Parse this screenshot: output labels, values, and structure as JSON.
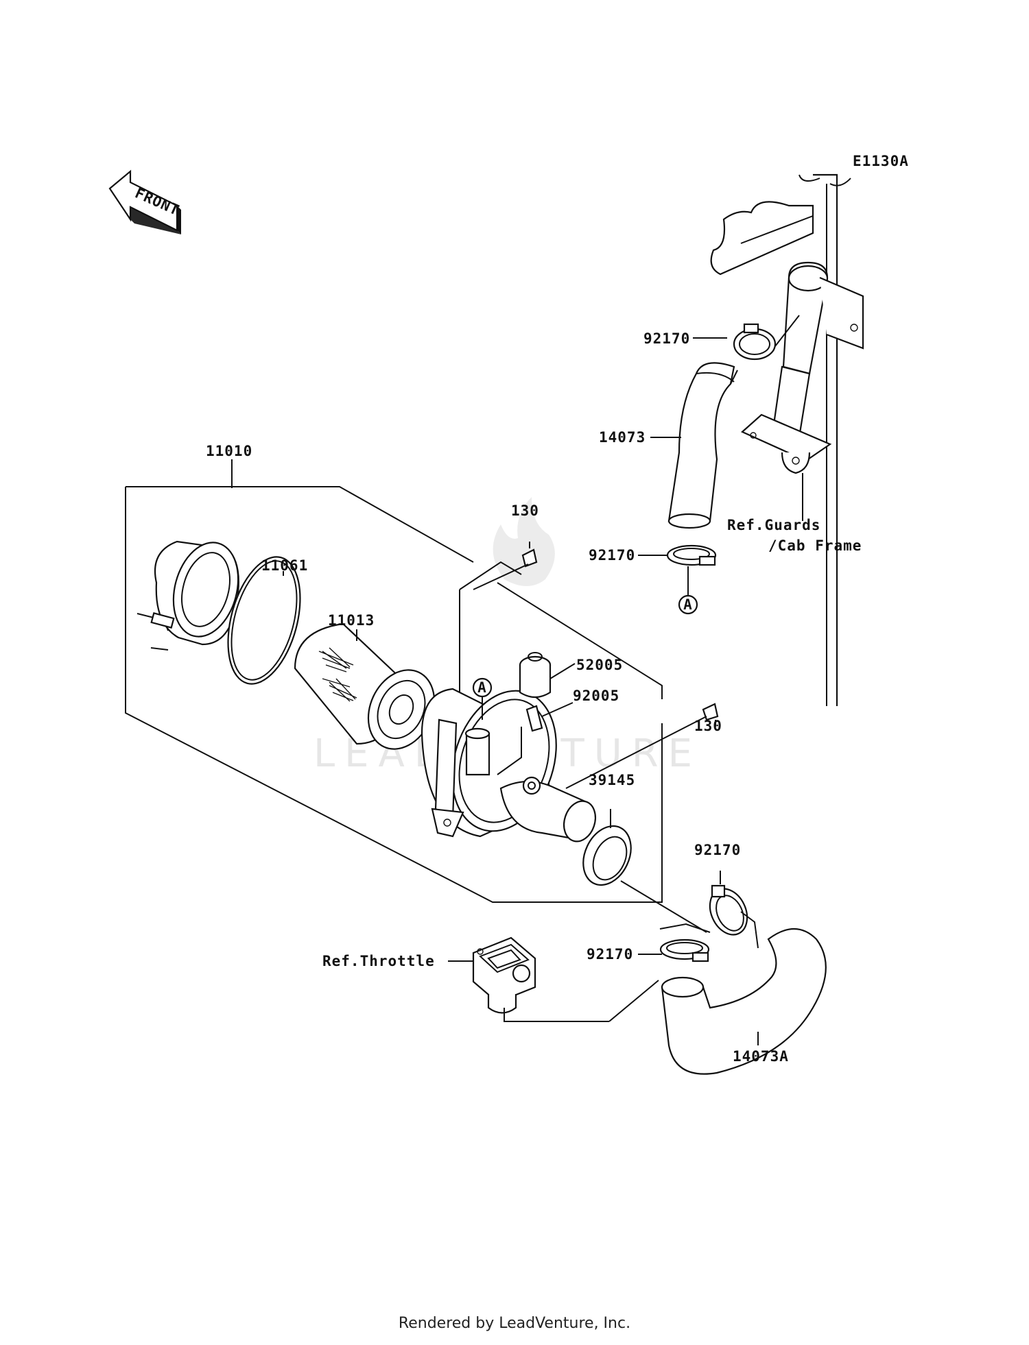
{
  "diagram_code": "E1130A",
  "front_arrow": {
    "text": "FRONT",
    "icon": "front-arrow-icon"
  },
  "labels": {
    "p11010": "11010",
    "p11061": "11061",
    "p11013": "11013",
    "p130_top": "130",
    "p130_right": "130",
    "p52005": "52005",
    "p92005": "92005",
    "p39145": "39145",
    "p92170_a": "92170",
    "p92170_b": "92170",
    "p92170_c": "92170",
    "p92170_d": "92170",
    "p14073": "14073",
    "p14073A": "14073A",
    "ref_guards_1": "Ref.Guards",
    "ref_guards_2": "/Cab Frame",
    "ref_throttle": "Ref.Throttle",
    "callout_a1": "A",
    "callout_a2": "A"
  },
  "watermark": "LEADVENTURE",
  "footer": "Rendered by LeadVenture, Inc."
}
